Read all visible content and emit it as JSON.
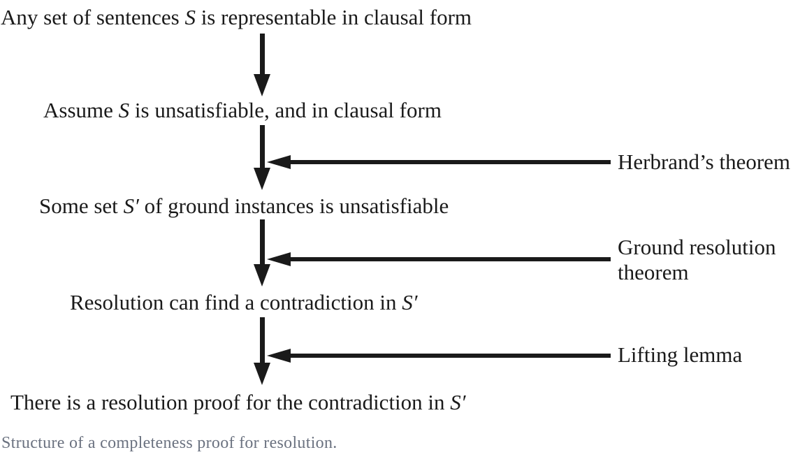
{
  "steps": {
    "s1": {
      "pre": "Any set of sentences ",
      "var": "S",
      "post": " is representable in clausal form"
    },
    "s2": {
      "pre": "Assume ",
      "var": "S",
      "post": " is unsatisfiable, and in clausal form"
    },
    "s3": {
      "pre": "Some set ",
      "var": "S′",
      "post": " of ground instances is unsatisfiable"
    },
    "s4": {
      "pre": "Resolution can find a contradiction in ",
      "var": "S′",
      "post": ""
    },
    "s5": {
      "pre": "There is a resolution proof for the contradiction in ",
      "var": "S′",
      "post": ""
    }
  },
  "annotations": {
    "herbrand": "Herbrand’s theorem",
    "ground_resolution": "Ground resolution theorem",
    "lifting": "Lifting lemma"
  },
  "caption": "Structure of a completeness proof for resolution.",
  "colors": {
    "ink": "#1a1a1a",
    "caption": "#6b7280"
  }
}
